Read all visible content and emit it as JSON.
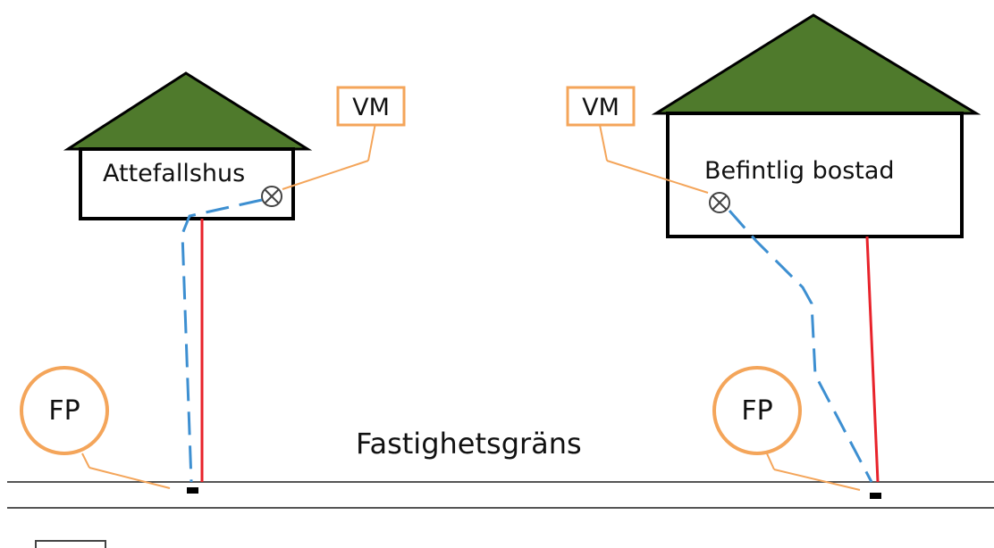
{
  "labels": {
    "house_small": "Attefallshus",
    "house_large": "Befintlig bostad",
    "vm_left": "VM",
    "vm_right": "VM",
    "fp_left": "FP",
    "fp_right": "FP",
    "boundary": "Fastighetsgräns"
  },
  "colors": {
    "roof": "#4f7a2c",
    "outline": "#000000",
    "callout": "#f4a55a",
    "water_line": "#3d8fd1",
    "drain_line": "#e8232b",
    "ground_line": "#555555"
  }
}
